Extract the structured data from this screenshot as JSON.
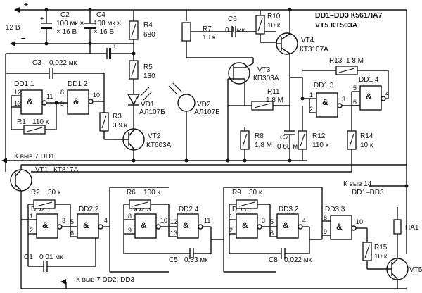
{
  "supply": {
    "plus": "+",
    "minus": "−",
    "voltage": "12 В"
  },
  "header": {
    "chips": "DD1–DD3  К561ЛА7",
    "transistors": "VT5  КТ503А"
  },
  "capacitors": {
    "C2": {
      "name": "C2",
      "value": "100 мк ×",
      "voltage": "× 16 В",
      "plus": "+"
    },
    "C4": {
      "name": "C4",
      "value": "100 мк ×",
      "voltage": "× 16 В",
      "plus": "+"
    },
    "C3": {
      "name": "C3",
      "value": "0,022 мк"
    },
    "C6": {
      "name": "C6",
      "value": "0 1 мк"
    },
    "C7": {
      "name": "C7",
      "value": "0 68 мк"
    },
    "C1": {
      "name": "C1",
      "value": "0 01 мк"
    },
    "C5": {
      "name": "C5",
      "value": "0,33 мк"
    },
    "C8": {
      "name": "C8",
      "value": "0,022 мк"
    }
  },
  "resistors": {
    "R4": {
      "name": "R4",
      "value": "680"
    },
    "R5": {
      "name": "R5",
      "value": "130"
    },
    "R3": {
      "name": "R3",
      "value": "3 9 к"
    },
    "R1": {
      "name": "R1",
      "value": "110 к"
    },
    "R7": {
      "name": "R7",
      "value": "10 к"
    },
    "R10": {
      "name": "R10",
      "value": "10 к"
    },
    "R11": {
      "name": "R11",
      "value": "1 8 М"
    },
    "R8": {
      "name": "R8",
      "value": "1,8 М"
    },
    "R13": {
      "name": "R13",
      "value": "1 8 М"
    },
    "R12": {
      "name": "R12",
      "value": "110 к"
    },
    "R14": {
      "name": "R14",
      "value": "10 к"
    },
    "R2": {
      "name": "R2",
      "value": "30 к"
    },
    "R6": {
      "name": "R6",
      "value": "100 к"
    },
    "R9": {
      "name": "R9",
      "value": "30 к"
    },
    "R15": {
      "name": "R15",
      "value": "10 к"
    }
  },
  "semis": {
    "VD1": {
      "name": "VD1",
      "type": "АЛ107Б"
    },
    "VD2": {
      "name": "VD2",
      "type": "АЛ107Б"
    },
    "VT1": {
      "name": "VT1",
      "type": "КТ817А"
    },
    "VT2": {
      "name": "VT2",
      "type": "КТ603А"
    },
    "VT3": {
      "name": "VT3",
      "type": "КП303А"
    },
    "VT4": {
      "name": "VT4",
      "type": "КТ3107А"
    },
    "VT5": {
      "name": "VT5"
    },
    "HA1": {
      "name": "HA1"
    }
  },
  "gates": {
    "DD11": {
      "name": "DD1 1",
      "sym": "&"
    },
    "DD12": {
      "name": "DD1 2",
      "sym": "&"
    },
    "DD13": {
      "name": "DD1 3",
      "sym": "&"
    },
    "DD14": {
      "name": "DD1 4",
      "sym": "&"
    },
    "DD21": {
      "name": "DD2 1",
      "sym": "&"
    },
    "DD22": {
      "name": "DD2 2",
      "sym": "&"
    },
    "DD23": {
      "name": "DD2 3",
      "sym": "&"
    },
    "DD24": {
      "name": "DD2 4",
      "sym": "&"
    },
    "DD31": {
      "name": "DD3 1",
      "sym": "&"
    },
    "DD32": {
      "name": "DD3 2",
      "sym": "&"
    },
    "DD33": {
      "name": "DD3 3",
      "sym": "&"
    }
  },
  "notes": {
    "vyv7dd1": "К выв 7 DD1",
    "vyv14a": "К выв  14",
    "vyv14b": "DD1–DD3",
    "vyv7dd23": "К выв  7 DD2, DD3"
  }
}
